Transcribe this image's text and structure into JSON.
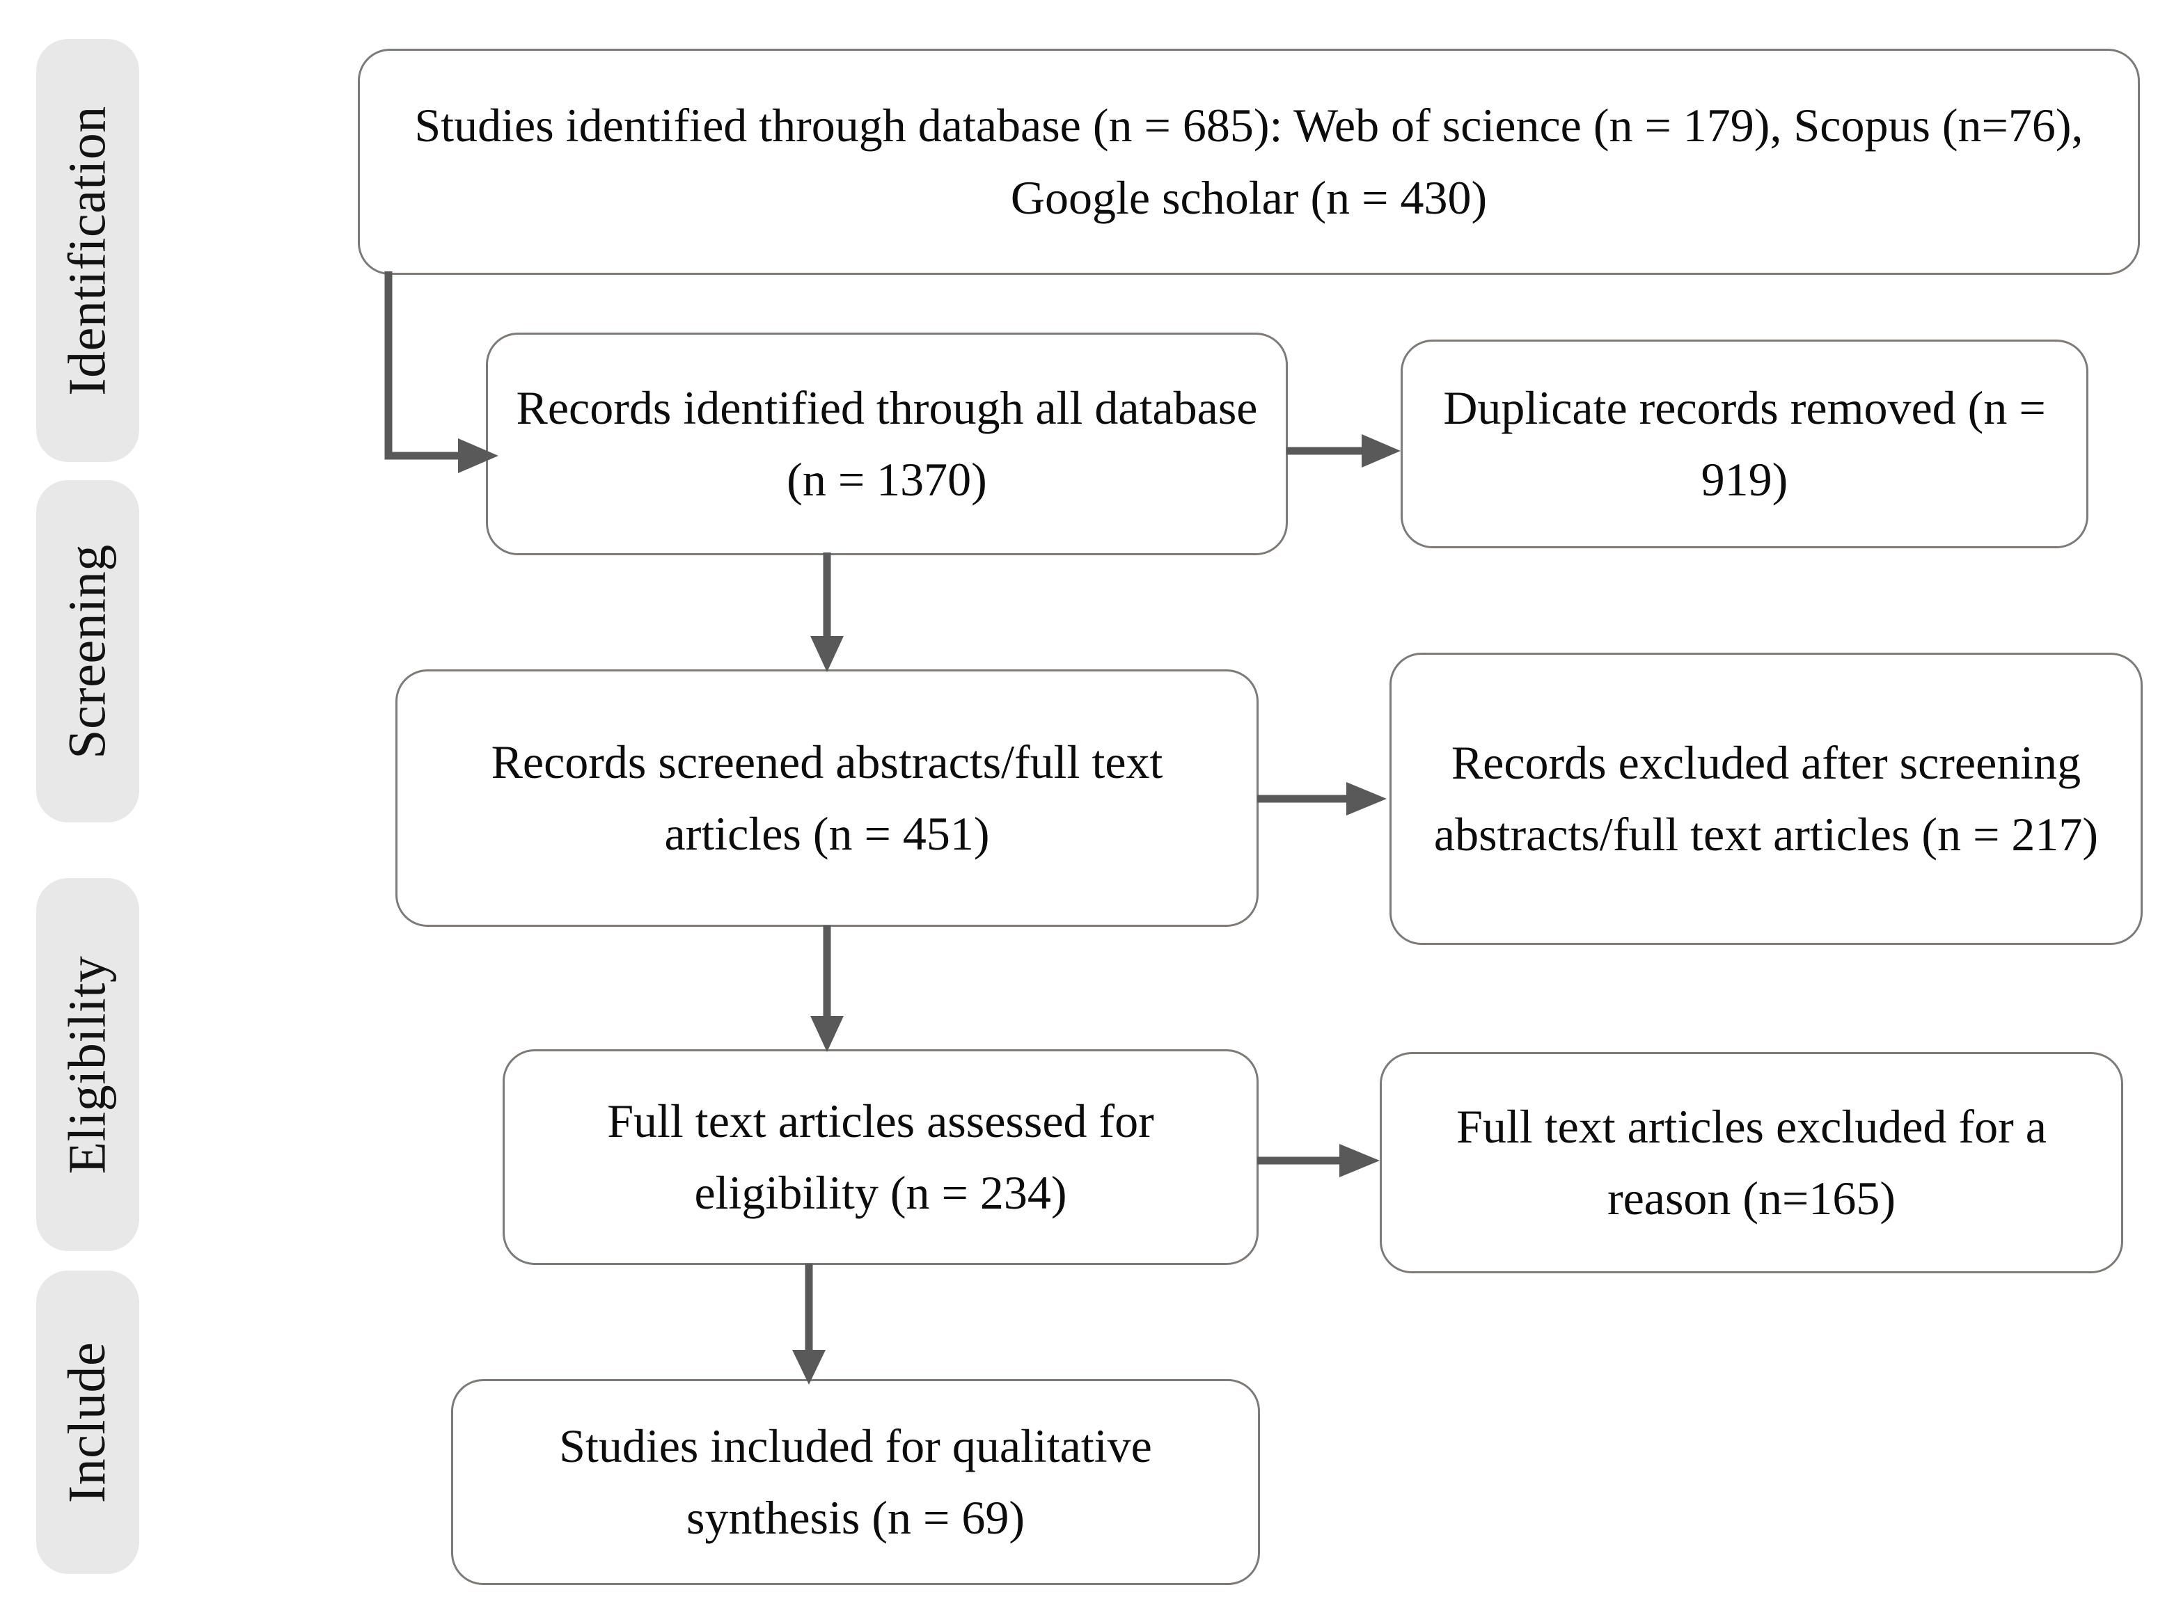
{
  "diagram": {
    "type": "prisma-flow-diagram",
    "stage_labels": [
      {
        "id": "identification",
        "label": "Identification"
      },
      {
        "id": "screening",
        "label": "Screening"
      },
      {
        "id": "eligibility",
        "label": "Eligibility"
      },
      {
        "id": "include",
        "label": "Include"
      }
    ],
    "boxes": {
      "identified_sources": {
        "text": "Studies identified through database (n = 685): Web of science (n = 179), Scopus (n=76), Google scholar (n = 430)"
      },
      "records_all_db": {
        "text": "Records identified through all database (n = 1370)"
      },
      "duplicates_removed": {
        "text": "Duplicate records removed (n = 919)"
      },
      "records_screened": {
        "text": "Records screened abstracts/full text articles (n = 451)"
      },
      "records_excluded": {
        "text": "Records excluded after screening abstracts/full text articles (n = 217)"
      },
      "fulltext_assessed": {
        "text": "Full text articles assessed for eligibility (n = 234)"
      },
      "fulltext_excluded": {
        "text": "Full text articles excluded for a reason (n=165)"
      },
      "studies_included": {
        "text": "Studies included for qualitative synthesis (n = 69)"
      }
    },
    "counts": {
      "database_total": 685,
      "web_of_science": 179,
      "scopus": 76,
      "google_scholar": 430,
      "records_all_database": 1370,
      "duplicates_removed": 919,
      "records_screened": 451,
      "records_excluded_screening": 217,
      "fulltext_assessed": 234,
      "fulltext_excluded": 165,
      "studies_included": 69
    },
    "colors": {
      "background": "#ffffff",
      "box_border": "#7d7a78",
      "box_fill": "#ffffff",
      "stage_label_fill": "#e8e8e8",
      "text": "#0c0c0c",
      "connector": "#595959"
    }
  }
}
